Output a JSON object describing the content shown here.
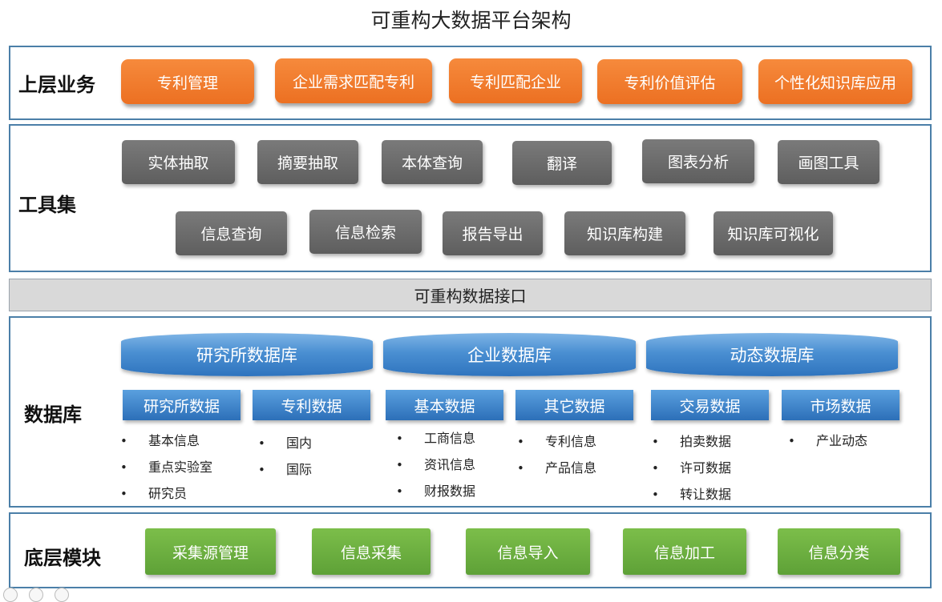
{
  "title": "可重构大数据平台架构",
  "layers": {
    "business": {
      "label": "上层业务",
      "items": [
        "专利管理",
        "企业需求匹配专利",
        "专利匹配企业",
        "专利价值评估",
        "个性化知识库应用"
      ]
    },
    "tools": {
      "label": "工具集",
      "row1": [
        "实体抽取",
        "摘要抽取",
        "本体查询",
        "翻译",
        "图表分析",
        "画图工具"
      ],
      "row2": [
        "信息查询",
        "信息检索",
        "报告导出",
        "知识库构建",
        "知识库可视化"
      ]
    },
    "interface": {
      "label": "可重构数据接口"
    },
    "database": {
      "label": "数据库",
      "groups": [
        {
          "name": "研究所数据库",
          "subs": [
            {
              "name": "研究所数据",
              "items": [
                "基本信息",
                "重点实验室",
                "研究员"
              ]
            },
            {
              "name": "专利数据",
              "items": [
                "国内",
                "国际"
              ]
            }
          ]
        },
        {
          "name": "企业数据库",
          "subs": [
            {
              "name": "基本数据",
              "items": [
                "工商信息",
                "资讯信息",
                "财报数据"
              ]
            },
            {
              "name": "其它数据",
              "items": [
                "专利信息",
                "产品信息"
              ]
            }
          ]
        },
        {
          "name": "动态数据库",
          "subs": [
            {
              "name": "交易数据",
              "items": [
                "拍卖数据",
                "许可数据",
                "转让数据"
              ]
            },
            {
              "name": "市场数据",
              "items": [
                "产业动态"
              ]
            }
          ]
        }
      ]
    },
    "bottom": {
      "label": "底层模块",
      "items": [
        "采集源管理",
        "信息采集",
        "信息导入",
        "信息加工",
        "信息分类"
      ]
    }
  },
  "colors": {
    "business": "#f07a2c",
    "tools": "#6b6b6b",
    "database": "#3b82c8",
    "bottom": "#6aad3f",
    "panel_border": "#4b7fa8",
    "interface": "#d9d9d9"
  }
}
